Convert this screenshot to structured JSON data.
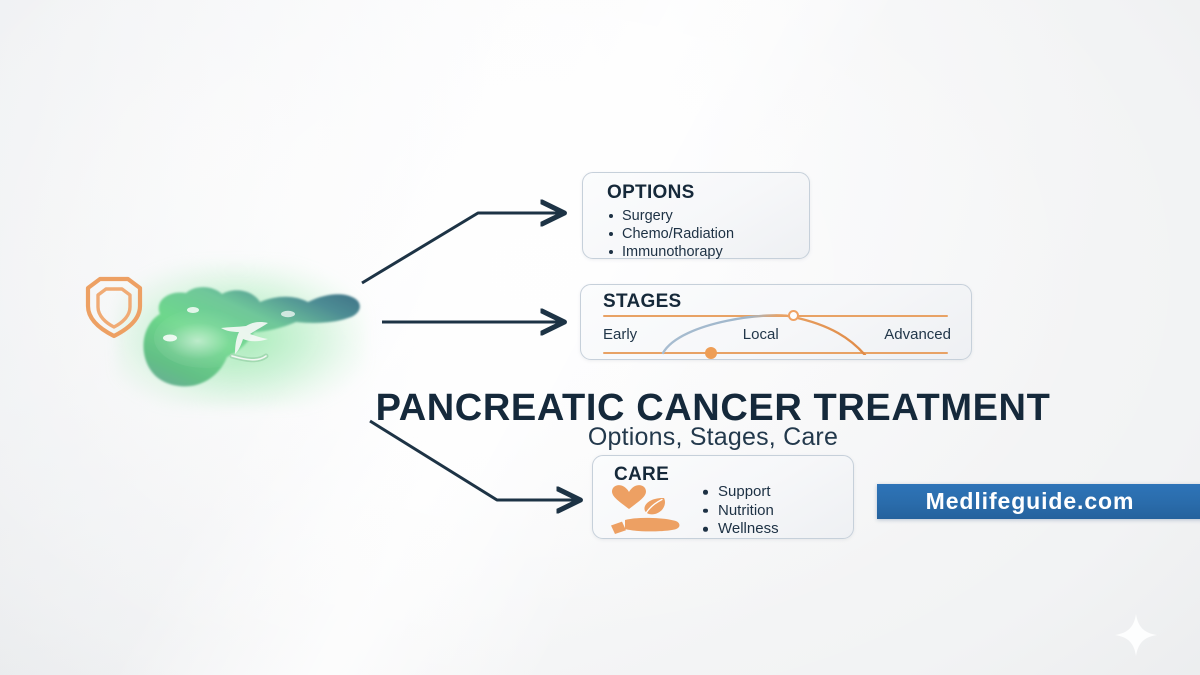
{
  "headline": {
    "title": "PANCREATIC CANCER TREATMENT",
    "subtitle": "Options, Stages, Care"
  },
  "illustration": {
    "organ_name": "pancreas-illustration",
    "shield_name": "shield-icon",
    "organ_color_start": "#5fd87e",
    "organ_color_end": "#3c6f84",
    "shield_color": "#eda063"
  },
  "cards": {
    "options": {
      "title": "OPTIONS",
      "items": [
        "Surgery",
        "Chemo/Radiation",
        "Immunothorapy"
      ]
    },
    "stages": {
      "title": "STAGES",
      "labels": [
        "Early",
        "Local",
        "Advanced"
      ],
      "accent_color": "#e8a265"
    },
    "care": {
      "title": "CARE",
      "icon": "heart-in-hand-icon",
      "icon_color": "#eda063",
      "items": [
        "Support",
        "Nutrition",
        "Wellness"
      ]
    }
  },
  "brand": {
    "label": "Medlifeguide.com",
    "background_color": "#2a6cab",
    "text_color": "#ffffff"
  },
  "decor": {
    "sparkle": "sparkle-icon"
  }
}
